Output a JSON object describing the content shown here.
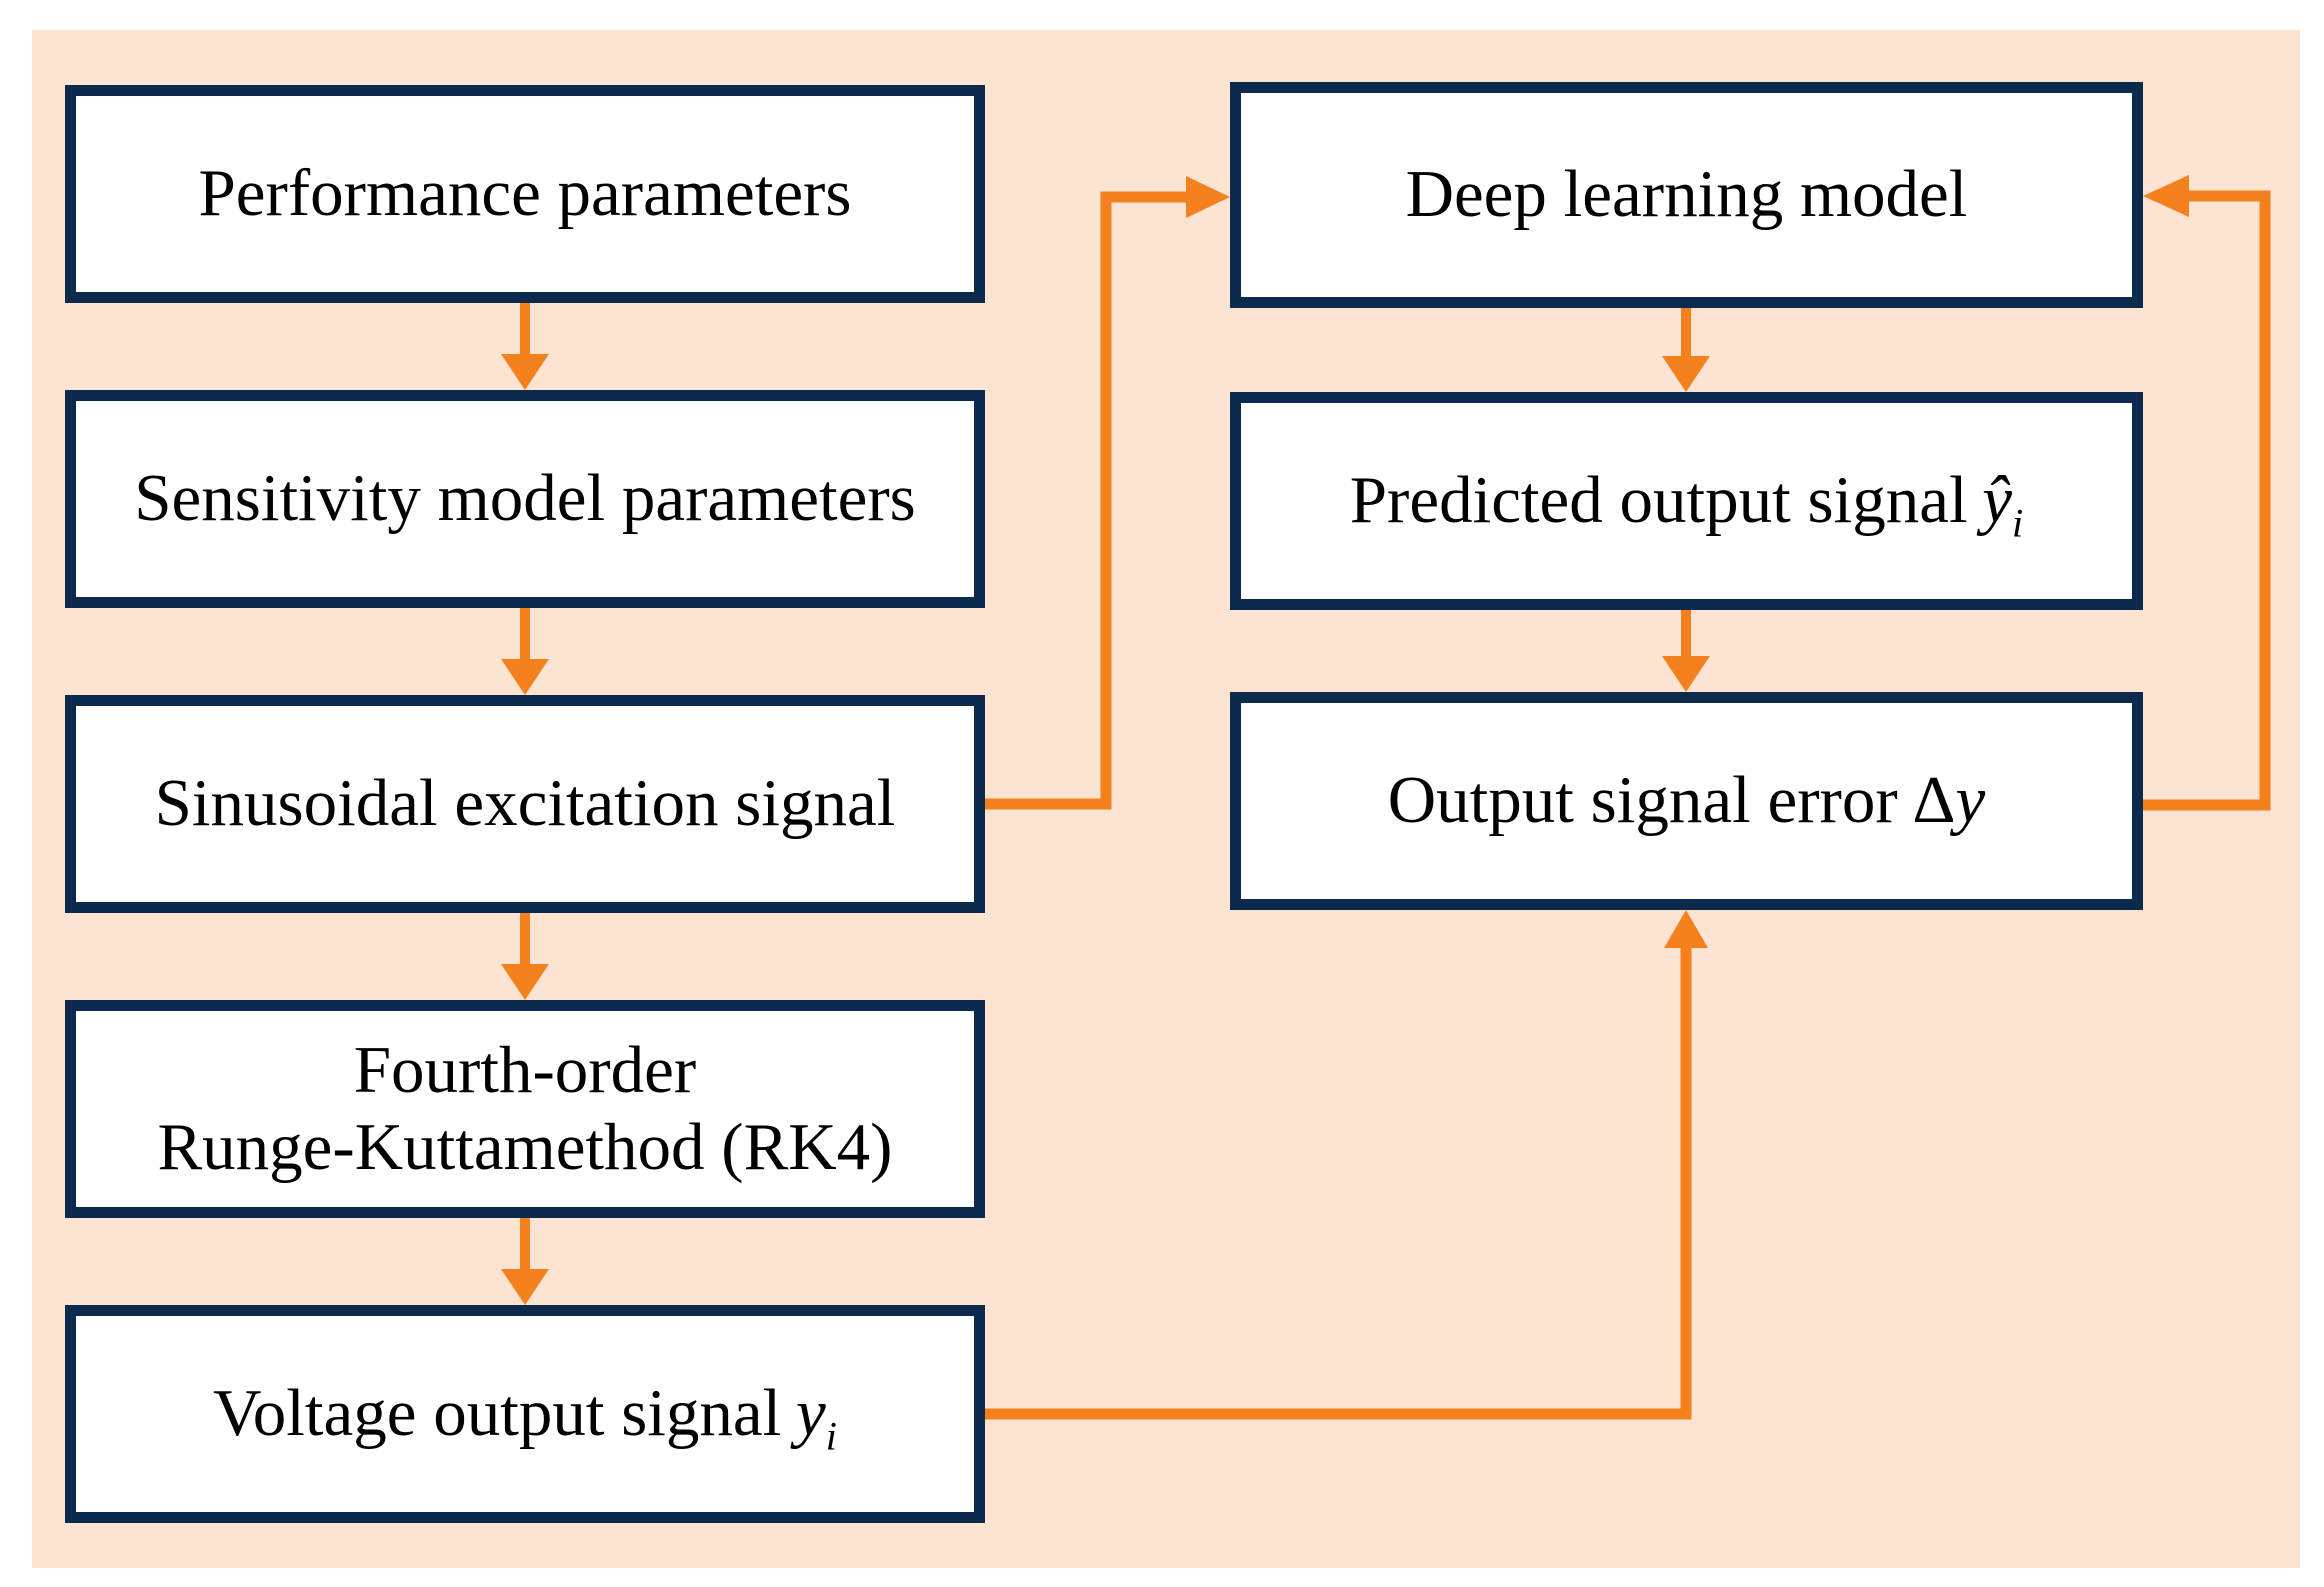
{
  "diagram": {
    "colors": {
      "background": "#FCE3D2",
      "box_border": "#0C2A4B",
      "box_fill": "#FFFFFF",
      "arrow": "#F5811E",
      "text": "#000000"
    },
    "left_column": [
      {
        "label": "Performance parameters"
      },
      {
        "label": "Sensitivity model parameters"
      },
      {
        "label": "Sinusoidal excitation signal"
      },
      {
        "line1": "Fourth-order",
        "line2": "Runge-Kuttamethod (RK4)"
      },
      {
        "label": "Voltage output signal",
        "var": "y",
        "sub": "i"
      }
    ],
    "right_column": [
      {
        "label": "Deep learning model"
      },
      {
        "label": "Predicted output signal",
        "var": "ŷ",
        "sub": "i"
      },
      {
        "label": "Output signal error",
        "delta": "Δ",
        "var": "y"
      }
    ]
  }
}
